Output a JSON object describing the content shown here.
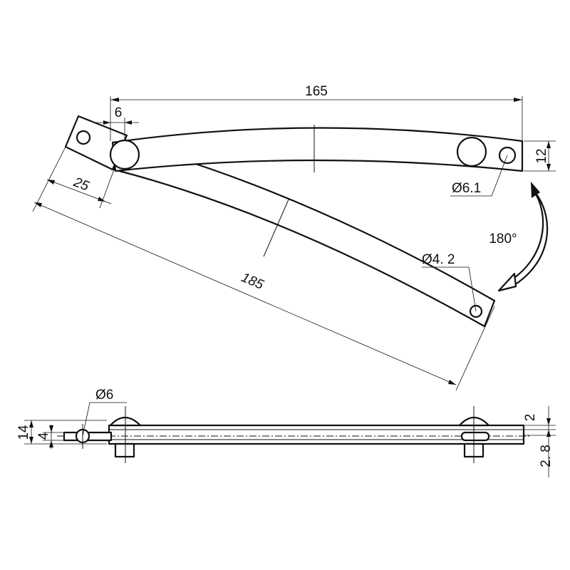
{
  "dimensions": {
    "top_length": "165",
    "end_offset": "6",
    "top_height": "12",
    "top_hole": "Ø6.1",
    "lower_offset": "25",
    "lower_length": "185",
    "lower_hole": "Ø4. 2",
    "rotation": "180°",
    "side_hole": "Ø6",
    "side_width": "14",
    "side_inner": "4",
    "side_top": "2",
    "side_thickness": "2. 8"
  },
  "colors": {
    "line": "#111111",
    "background": "#ffffff"
  }
}
